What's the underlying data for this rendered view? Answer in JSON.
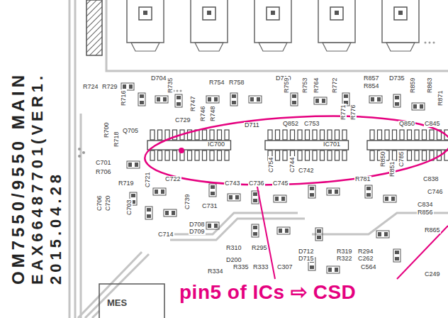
{
  "diagram": {
    "labels": [
      "OM7550/9550 MAIN",
      "EAX66487701(VER1.",
      "2015.04.28",
      "R724",
      "R729",
      "D704",
      "R735",
      "R716",
      "R747",
      "R754",
      "R758",
      "D710",
      "R759",
      "R753",
      "R764",
      "R772",
      "R857",
      "R854",
      "D735",
      "R859",
      "R863",
      "R871",
      "Q705",
      "C729",
      "R746",
      "R748",
      "D711",
      "Q852",
      "C753",
      "R771",
      "R776",
      "Q850",
      "C845",
      "IC700",
      "IC701",
      "R700",
      "R718",
      "C701",
      "R706",
      "R719",
      "C721",
      "C706",
      "C720",
      "C703",
      "C722",
      "C743",
      "C736",
      "C745",
      "C754",
      "C744",
      "C742",
      "R781",
      "R850",
      "R851",
      "C785",
      "C838",
      "C746",
      "C834",
      "R856",
      "R865",
      "C739",
      "C731",
      "D708",
      "D709",
      "C714",
      "R310",
      "R295",
      "D712",
      "D715",
      "R319",
      "R294",
      "R322",
      "C262",
      "C564",
      "D200",
      "R335",
      "R333",
      "C307",
      "R334",
      "C249",
      "MES",
      "pin5 of ICs ⇨ CSD"
    ]
  }
}
